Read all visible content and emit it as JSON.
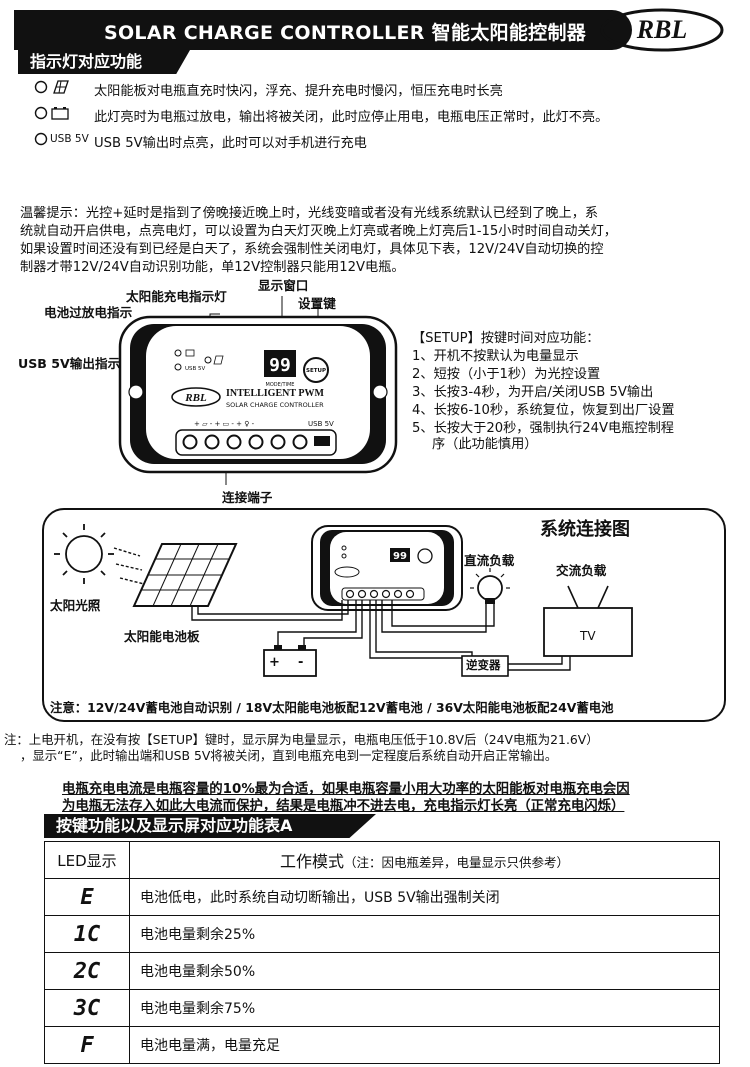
{
  "header": {
    "title": "SOLAR CHARGE CONTROLLER 智能太阳能控制器",
    "logo": "RBL"
  },
  "section1": {
    "title": "指示灯对应功能",
    "items": [
      {
        "icon": "solar-panel-icon",
        "text": "太阳能板对电瓶直充时快闪，浮充、提升充电时慢闪，恒压充电时长亮"
      },
      {
        "icon": "battery-icon",
        "text": "此灯亮时为电瓶过放电，输出将被关闭，此时应停止用电，电瓶电压正常时，此灯不亮。"
      },
      {
        "icon_label": "USB 5V",
        "text": "USB 5V输出时点亮，此时可以对手机进行充电"
      }
    ]
  },
  "tip": {
    "lines": [
      "温馨提示：光控+延时是指到了傍晚接近晚上时，光线变暗或者没有光线系统默认已经到了晚上，系",
      "统就自动开启供电，点亮电灯，可以设置为白天灯灭晚上灯亮或者晚上灯亮后1-15小时时间自动关灯，",
      "如果设置时间还没有到已经是白天了，系统会强制性关闭电灯，具体见下表，12V/24V自动切换的控",
      "制器才带12V/24V自动识别功能，单12V控制器只能用12V电瓶。"
    ]
  },
  "device": {
    "labels": {
      "solar_led": "太阳能充电指示灯",
      "display": "显示窗口",
      "battery_led": "电池过放电指示",
      "setup_key": "设置键",
      "usb_led": "USB 5V输出指示",
      "terminals": "连接端子"
    },
    "display_value": "99",
    "mode_label": "MODE/TIME",
    "setup_btn": "SETUP",
    "brand": "RBL",
    "product": "INTELLIGENT PWM",
    "subtitle": "SOLAR CHARGE CONTROLLER",
    "usb_label": "USB 5V",
    "usb_small": "USB 5V"
  },
  "setup": {
    "title": "【SETUP】按键时间对应功能：",
    "items": [
      "1、开机不按默认为电量显示",
      "2、短按（小于1秒）为光控设置",
      "3、长按3-4秒，为开启/关闭USB 5V输出",
      "4、长按6-10秒，系统复位，恢复到出厂设置",
      "5、长按大于20秒，强制执行24V电瓶控制程",
      "序（此功能慎用）"
    ]
  },
  "system": {
    "title": "系统连接图",
    "sun": "太阳光照",
    "panel": "太阳能电池板",
    "dc_load": "直流负载",
    "ac_load": "交流负载",
    "tv": "TV",
    "inverter": "逆变器",
    "plus": "+",
    "minus": "-",
    "note": "注意：12V/24V蓄电池自动识别 / 18V太阳能电池板配12V蓄电池 / 36V太阳能电池板配24V蓄电池"
  },
  "notes": {
    "line1": "注：上电开机，在没有按【SETUP】键时，显示屏为电量显示，电瓶电压低于10.8V后（24V电瓶为21.6V）",
    "line2": "，显示“E”，此时输出端和USB 5V将被关闭，直到电瓶充电到一定程度后系统自动开启正常输出。"
  },
  "warning": {
    "line1": "电瓶充电电流是电瓶容量的10%最为合适，如果电瓶容量小用大功率的太阳能板对电瓶充电会因",
    "line2": "为电瓶无法存入如此大电流而保护，结果是电瓶冲不进去电，充电指示灯长亮（正常充电闪烁）"
  },
  "table": {
    "title": "按键功能以及显示屏对应功能表A",
    "col1": "LED显示",
    "col2": "工作模式",
    "col2_note": "（注：因电瓶差异，电量显示只供参考）",
    "rows": [
      {
        "code": "E",
        "desc": "电池低电，此时系统自动切断输出，USB 5V输出强制关闭"
      },
      {
        "code": "1C",
        "desc": "电池电量剩余25%"
      },
      {
        "code": "2C",
        "desc": "电池电量剩余50%"
      },
      {
        "code": "3C",
        "desc": "电池电量剩余75%"
      },
      {
        "code": "F",
        "desc": "电池电量满，电量充足"
      }
    ]
  }
}
